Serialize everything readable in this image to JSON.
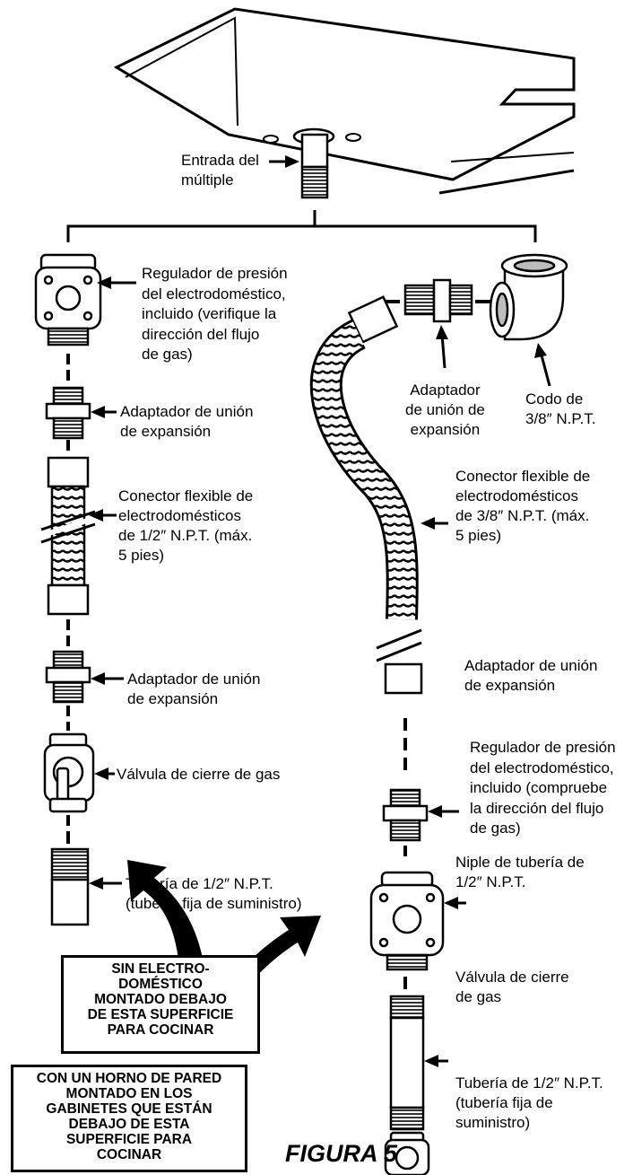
{
  "labels": {
    "manifold_inlet": [
      "Entrada del",
      "múltiple"
    ],
    "left_regulator": [
      "Regulador de presión",
      "del electrodoméstico,",
      "incluido (verifique la",
      "dirección del flujo",
      "de gas)"
    ],
    "left_adapter_1": [
      "Adaptador de unión",
      "de expansión"
    ],
    "left_flex_connector": [
      "Conector flexible de",
      "electrodomésticos",
      "de 1/2″ N.P.T. (máx.",
      "5 pies)"
    ],
    "left_adapter_2": [
      "Adaptador de unión",
      "de expansión"
    ],
    "left_shutoff_valve": [
      "Válvula de cierre de gas"
    ],
    "left_supply_pipe": [
      "Tubería de 1/2″ N.P.T.",
      "(tubería fija de suministro)"
    ],
    "right_elbow": [
      "Codo de",
      "3/8″ N.P.T."
    ],
    "right_adapter_1": [
      "Adaptador",
      "de unión de",
      "expansión"
    ],
    "right_flex_connector": [
      "Conector flexible de",
      "electrodomésticos",
      "de 3/8″ N.P.T. (máx.",
      "5 pies)"
    ],
    "right_adapter_2": [
      "Adaptador de unión",
      "de expansión"
    ],
    "right_regulator": [
      "Regulador de presión",
      "del electrodoméstico,",
      "incluido (compruebe",
      "la dirección del flujo",
      "de gas)"
    ],
    "right_nipple": [
      "Niple de tubería de",
      "1/2″ N.P.T."
    ],
    "right_shutoff_valve": [
      "Válvula de cierre",
      "de gas"
    ],
    "right_supply_pipe": [
      "Tubería de 1/2″ N.P.T.",
      "(tubería fija de",
      "suministro)"
    ]
  },
  "boxes": {
    "no_appliance": [
      "SIN ELECTRO-",
      "DOMÉSTICO",
      "MONTADO DEBAJO",
      "DE ESTA SUPERFICIE",
      "PARA COCINAR"
    ],
    "wall_oven": [
      "CON UN HORNO DE PARED",
      "MONTADO EN LOS",
      "GABINETES QUE ESTÁN",
      "DEBAJO DE ESTA",
      "SUPERFICIE PARA",
      "COCINAR"
    ]
  },
  "figure_title": "FIGURA 5",
  "colors": {
    "ink": "#000000",
    "paper": "#ffffff",
    "shade": "#bdbdbd"
  }
}
